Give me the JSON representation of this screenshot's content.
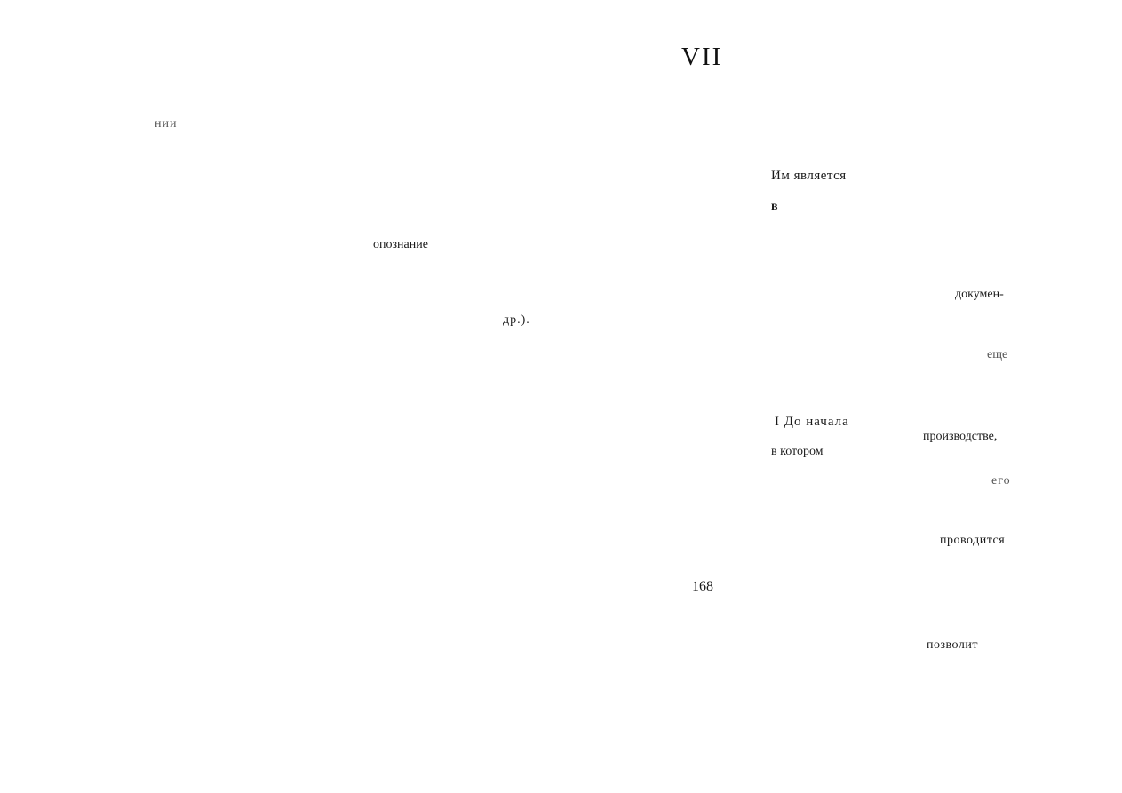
{
  "header": {
    "chapter_numeral": "VII"
  },
  "footer": {
    "page_number": "168"
  },
  "left_page": {
    "fragments": [
      "нии",
      "опознание",
      "др.)."
    ]
  },
  "right_page": {
    "fragments": [
      "Им является",
      "в",
      "докумен-",
      "еще",
      "I До начала",
      "производстве,",
      "в котором",
      "его",
      "проводится",
      "позволит"
    ]
  }
}
